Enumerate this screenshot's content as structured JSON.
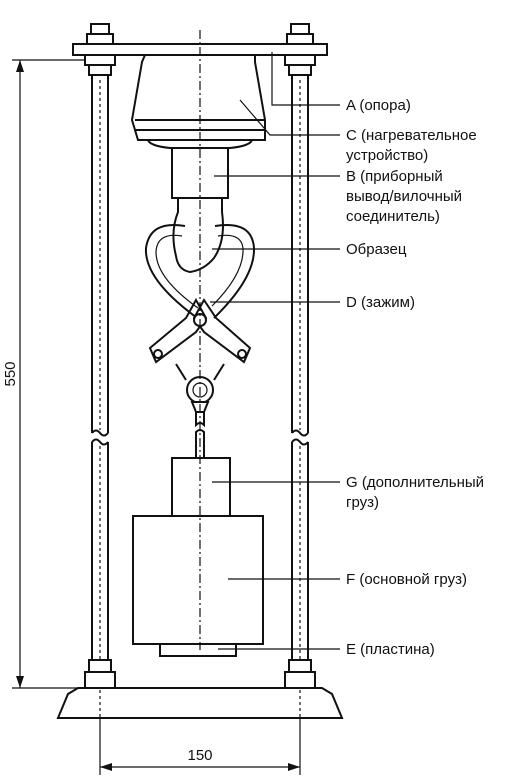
{
  "labels": {
    "support": "A (опора)",
    "heater_line1": "C (нагревательное",
    "heater_line2": "устройство)",
    "terminal_line1": "B (приборный",
    "terminal_line2": "вывод/вилочный",
    "terminal_line3": "соединитель)",
    "specimen": "Образец",
    "clamp": "D (зажим)",
    "extra_weight_line1": "G (дополнительный",
    "extra_weight_line2": "груз)",
    "main_weight": "F (основной груз)",
    "plate": "E (пластина)"
  },
  "dimensions": {
    "height": "550",
    "width": "150"
  }
}
